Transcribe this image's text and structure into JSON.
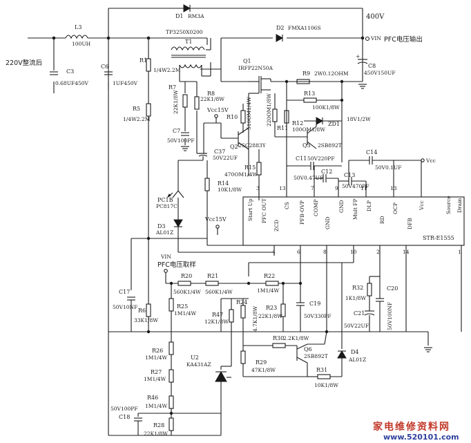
{
  "labels": {
    "input": "220V整流后",
    "out400": "400V",
    "vinTop": "VIN",
    "pfcOut": "PFC电压输出",
    "vinSample": "VIN",
    "pfcSample": "PFC电压取样",
    "vcc15a": "Vcc15V",
    "vcc15b": "Vcc15V",
    "vccRight": "Vcc",
    "t1name": "T1",
    "t1part": "TP3250X0200"
  },
  "ic": {
    "name": "STR-E1555",
    "pinsTop": [
      "Start Up",
      "PFC OUT",
      "CS",
      "PFB-OVP",
      "COMP",
      "GND",
      "Mult FP",
      "DLP",
      "RD",
      "OCP",
      "Vcc",
      "Source",
      "Drain"
    ],
    "pinsBot": [
      "ZCD",
      "GND",
      "DFB"
    ],
    "numsTop": [
      "3",
      "13",
      "9",
      "7",
      "11",
      "13"
    ],
    "numsBot": [
      "4",
      "6",
      "8",
      "10",
      "2",
      "14",
      "1"
    ]
  },
  "components": {
    "D1": {
      "ref": "D1",
      "val": "RM3A"
    },
    "D2": {
      "ref": "D2",
      "val": "FMXA1106S"
    },
    "L3": {
      "ref": "L3",
      "val": "100UH"
    },
    "C3": {
      "ref": "C3",
      "val": "0.68UF450V"
    },
    "C6": {
      "ref": "C6",
      "val": "1UF450V"
    },
    "R1": {
      "ref": "R1",
      "val": "1/4W2.2M"
    },
    "R5": {
      "ref": "R5",
      "val": "1/4W2.2M"
    },
    "R7": {
      "ref": "R7",
      "val": "22K1/8W"
    },
    "R8": {
      "ref": "R8",
      "val": "22K1/8W"
    },
    "C7": {
      "ref": "C7",
      "val": "50V100PF"
    },
    "C8": {
      "ref": "C8",
      "val": "450V150UF"
    },
    "Q1": {
      "ref": "Q1",
      "val": "IRFP22N50A"
    },
    "R9": {
      "ref": "R9",
      "val": "2W0.12OHM"
    },
    "R13": {
      "ref": "R13",
      "val": "100K1/8W"
    },
    "ZD1": {
      "ref": "ZD1",
      "val": "18V1/2W"
    },
    "R10": {
      "ref": "R10",
      "val": "510OM1/4W"
    },
    "R11": {
      "ref": "R11",
      "val": "220OM1/8W"
    },
    "R12": {
      "ref": "R12",
      "val": "100OM1/8W"
    },
    "Q2": {
      "ref": "Q2",
      "val": "2SC2883Y"
    },
    "Q3": {
      "ref": "Q3",
      "val": "2SB892T"
    },
    "C37": {
      "ref": "C37",
      "val": "50V22UF"
    },
    "R15": {
      "ref": "R15",
      "val": "470OM1/4W"
    },
    "C11": {
      "ref": "C11",
      "val": "50V220PF"
    },
    "C12": {
      "ref": "C12",
      "val": "50V0.47UF"
    },
    "C13": {
      "ref": "C13",
      "val": "50V470PF"
    },
    "C14": {
      "ref": "C14",
      "val": "50V0.1UF"
    },
    "R14": {
      "ref": "R14",
      "val": "10K1/8W"
    },
    "PC1": {
      "ref": "PC1B",
      "val": "PC817C"
    },
    "D3": {
      "ref": "D3",
      "val": "AL01Z"
    },
    "R20": {
      "ref": "R20",
      "val": "560K1/4W"
    },
    "R21": {
      "ref": "R21",
      "val": "560K1/4W"
    },
    "R22": {
      "ref": "R22",
      "val": "1M1/4W"
    },
    "C17": {
      "ref": "C17",
      "val": "50V10NF"
    },
    "R6": {
      "ref": "R6",
      "val": "33K1/8W"
    },
    "R25": {
      "ref": "R25",
      "val": "1M1/4W"
    },
    "R47": {
      "ref": "R47",
      "val": "12K1/8W"
    },
    "R24": {
      "ref": "R24",
      "val": "4.7K1/8W"
    },
    "R23": {
      "ref": "R23",
      "val": "22K1/8W"
    },
    "C19": {
      "ref": "C19",
      "val": "50V330PF"
    },
    "R32": {
      "ref": "R32",
      "val": "1K1/8W"
    },
    "C20": {
      "ref": "C20",
      "val": "50V100NF"
    },
    "C21": {
      "ref": "C21",
      "val": "50V22UF"
    },
    "R30": {
      "ref": "R30",
      "val": "2.2K1/8W"
    },
    "Q6": {
      "ref": "Q6",
      "val": "2SB892T"
    },
    "D4": {
      "ref": "D4",
      "val": "AL01Z"
    },
    "R26": {
      "ref": "R26",
      "val": "1M1/4W"
    },
    "R27": {
      "ref": "R27",
      "val": "1M1/4W"
    },
    "R46": {
      "ref": "R46",
      "val": "1M1/4W"
    },
    "R28": {
      "ref": "R28",
      "val": "22K1/8W"
    },
    "C18": {
      "ref": "C18",
      "val": "50V100PF"
    },
    "U2": {
      "ref": "U2",
      "val": "KA431AZ"
    },
    "R29": {
      "ref": "R29",
      "val": "47K1/8W"
    },
    "R31": {
      "ref": "R31",
      "val": "10K1/8W"
    }
  },
  "watermark": {
    "cn": "家电维修资料网",
    "url": "www.520101.com"
  }
}
